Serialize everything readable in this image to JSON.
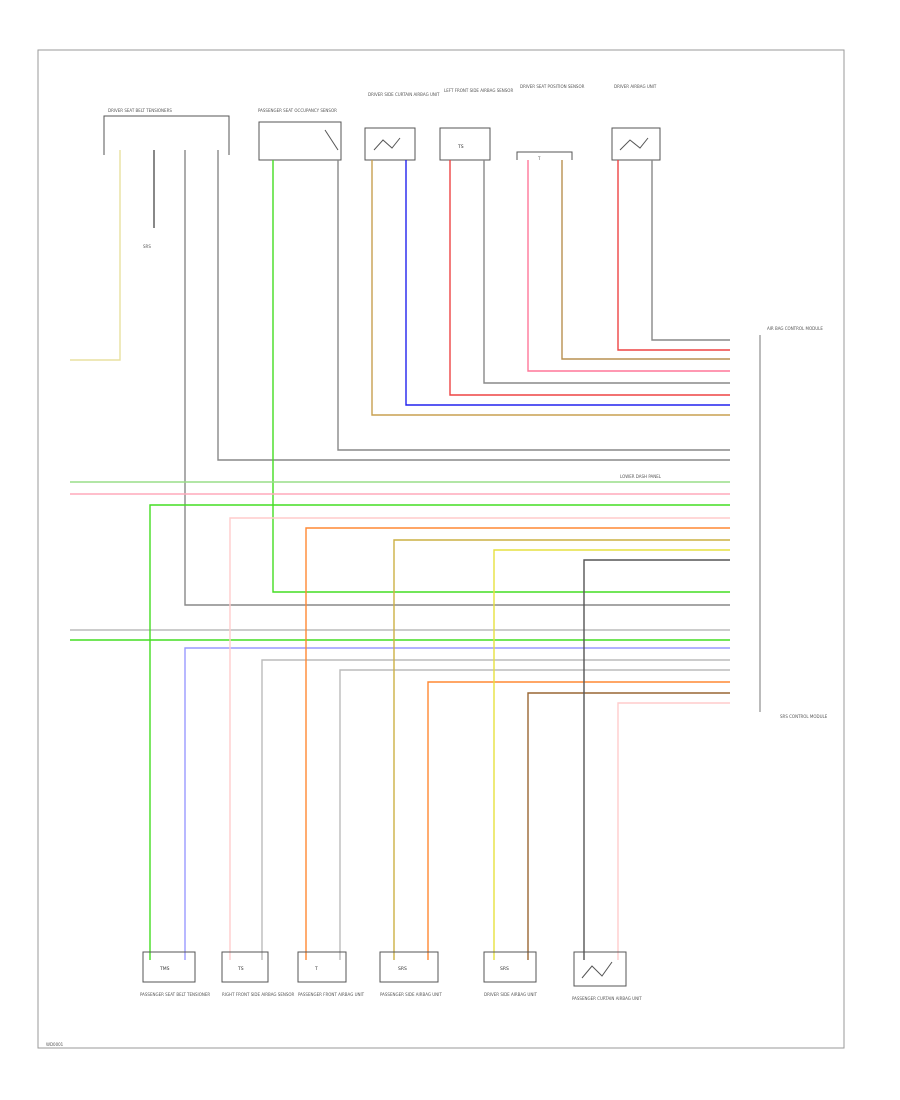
{
  "diagram": {
    "figure_code": "WD0001",
    "frame_color": "#9a9a9a",
    "connector_color": "#555555",
    "text_color": "#555555",
    "wire_colors": {
      "yellow": "#e8e0a0",
      "yellow_bright": "#e6e040",
      "green": "#44dd22",
      "green_light": "#99dd88",
      "gray": "#888888",
      "gray_light": "#bbbbbb",
      "blue": "#2222ee",
      "blue_light": "#9999ff",
      "red": "#ee4444",
      "pink": "#ffaabb",
      "pink_light": "#ffcccc",
      "orange": "#ff8833",
      "tan": "#c8a050",
      "tan_dark": "#b89050",
      "brown": "#996633",
      "olive": "#ccb044",
      "black": "#333333"
    },
    "top_components": [
      {
        "id": "front-seatbelt-tensioners",
        "label": "DRIVER SEAT BELT TENSIONERS"
      },
      {
        "id": "passenger-seat-occupancy-sensor",
        "label": "PASSENGER SEAT OCCUPANCY SENSOR"
      },
      {
        "id": "driver-side-curtain-airbag-unit",
        "label": "DRIVER SIDE CURTAIN AIRBAG UNIT"
      },
      {
        "id": "left-front-side-airbag-sensor",
        "label": "LEFT FRONT SIDE AIRBAG SENSOR"
      },
      {
        "id": "driver-seat-position-sensor",
        "label": "DRIVER SEAT POSITION SENSOR"
      },
      {
        "id": "driver-airbag-unit",
        "label": "DRIVER AIRBAG UNIT"
      }
    ],
    "bottom_components": [
      {
        "id": "passenger-seat-belt-tensioner",
        "label": "PASSENGER SEAT BELT TENSIONER"
      },
      {
        "id": "right-front-side-airbag-sensor",
        "label": "RIGHT FRONT SIDE AIRBAG SENSOR"
      },
      {
        "id": "passenger-front-airbag-unit",
        "label": "PASSENGER FRONT AIRBAG UNIT"
      },
      {
        "id": "passenger-side-airbag-unit",
        "label": "PASSENGER SIDE AIRBAG UNIT"
      },
      {
        "id": "driver-side-airbag-unit",
        "label": "DRIVER SIDE AIRBAG UNIT"
      },
      {
        "id": "passenger-curtain-airbag-unit",
        "label": "PASSENGER CURTAIN AIRBAG UNIT"
      }
    ],
    "control_module_label": "AIR BAG CONTROL MODULE",
    "side_labels": [
      "SRS CONTROL MODULE"
    ],
    "notes": [
      "SRS",
      "LOWER DASH PANEL"
    ]
  }
}
